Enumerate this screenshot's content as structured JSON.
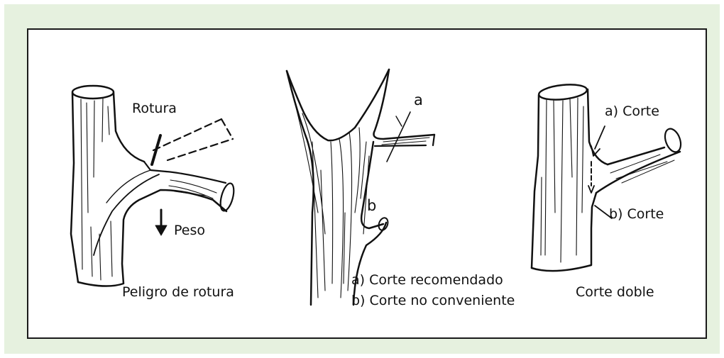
{
  "labels": {
    "rotura": "Rotura",
    "peso": "Peso",
    "peligro": "Peligro de rotura",
    "a": "a",
    "b": "b",
    "recomendado": "a) Corte recomendado",
    "no_conveniente": "b) Corte no conveniente",
    "a_corte": "a) Corte",
    "b_corte": "b) Corte",
    "doble": "Corte doble"
  },
  "colors": {
    "background": "#e6f1df",
    "panel": "#ffffff",
    "ink": "#111111"
  }
}
